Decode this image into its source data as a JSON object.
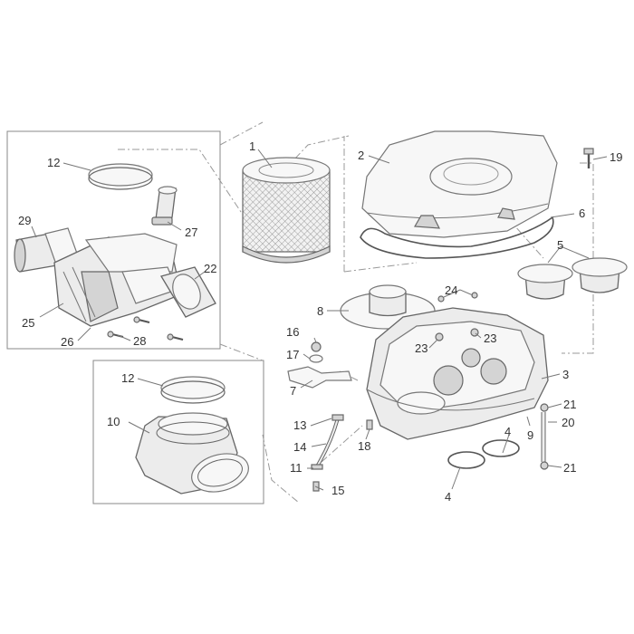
{
  "diagram": {
    "labels": [
      {
        "id": "l1",
        "text": "1"
      },
      {
        "id": "l2",
        "text": "2"
      },
      {
        "id": "l3",
        "text": "3"
      },
      {
        "id": "l4a",
        "text": "4"
      },
      {
        "id": "l4b",
        "text": "4"
      },
      {
        "id": "l5",
        "text": "5"
      },
      {
        "id": "l6",
        "text": "6"
      },
      {
        "id": "l7",
        "text": "7"
      },
      {
        "id": "l8",
        "text": "8"
      },
      {
        "id": "l9",
        "text": "9"
      },
      {
        "id": "l10",
        "text": "10"
      },
      {
        "id": "l11",
        "text": "11"
      },
      {
        "id": "l12a",
        "text": "12"
      },
      {
        "id": "l12b",
        "text": "12"
      },
      {
        "id": "l13",
        "text": "13"
      },
      {
        "id": "l14",
        "text": "14"
      },
      {
        "id": "l15",
        "text": "15"
      },
      {
        "id": "l16",
        "text": "16"
      },
      {
        "id": "l17",
        "text": "17"
      },
      {
        "id": "l18",
        "text": "18"
      },
      {
        "id": "l19",
        "text": "19"
      },
      {
        "id": "l20",
        "text": "20"
      },
      {
        "id": "l21a",
        "text": "21"
      },
      {
        "id": "l21b",
        "text": "21"
      },
      {
        "id": "l22",
        "text": "22"
      },
      {
        "id": "l23a",
        "text": "23"
      },
      {
        "id": "l23b",
        "text": "23"
      },
      {
        "id": "l24",
        "text": "24"
      },
      {
        "id": "l25",
        "text": "25"
      },
      {
        "id": "l26",
        "text": "26"
      },
      {
        "id": "l27",
        "text": "27"
      },
      {
        "id": "l28",
        "text": "28"
      },
      {
        "id": "l29",
        "text": "29"
      }
    ]
  }
}
